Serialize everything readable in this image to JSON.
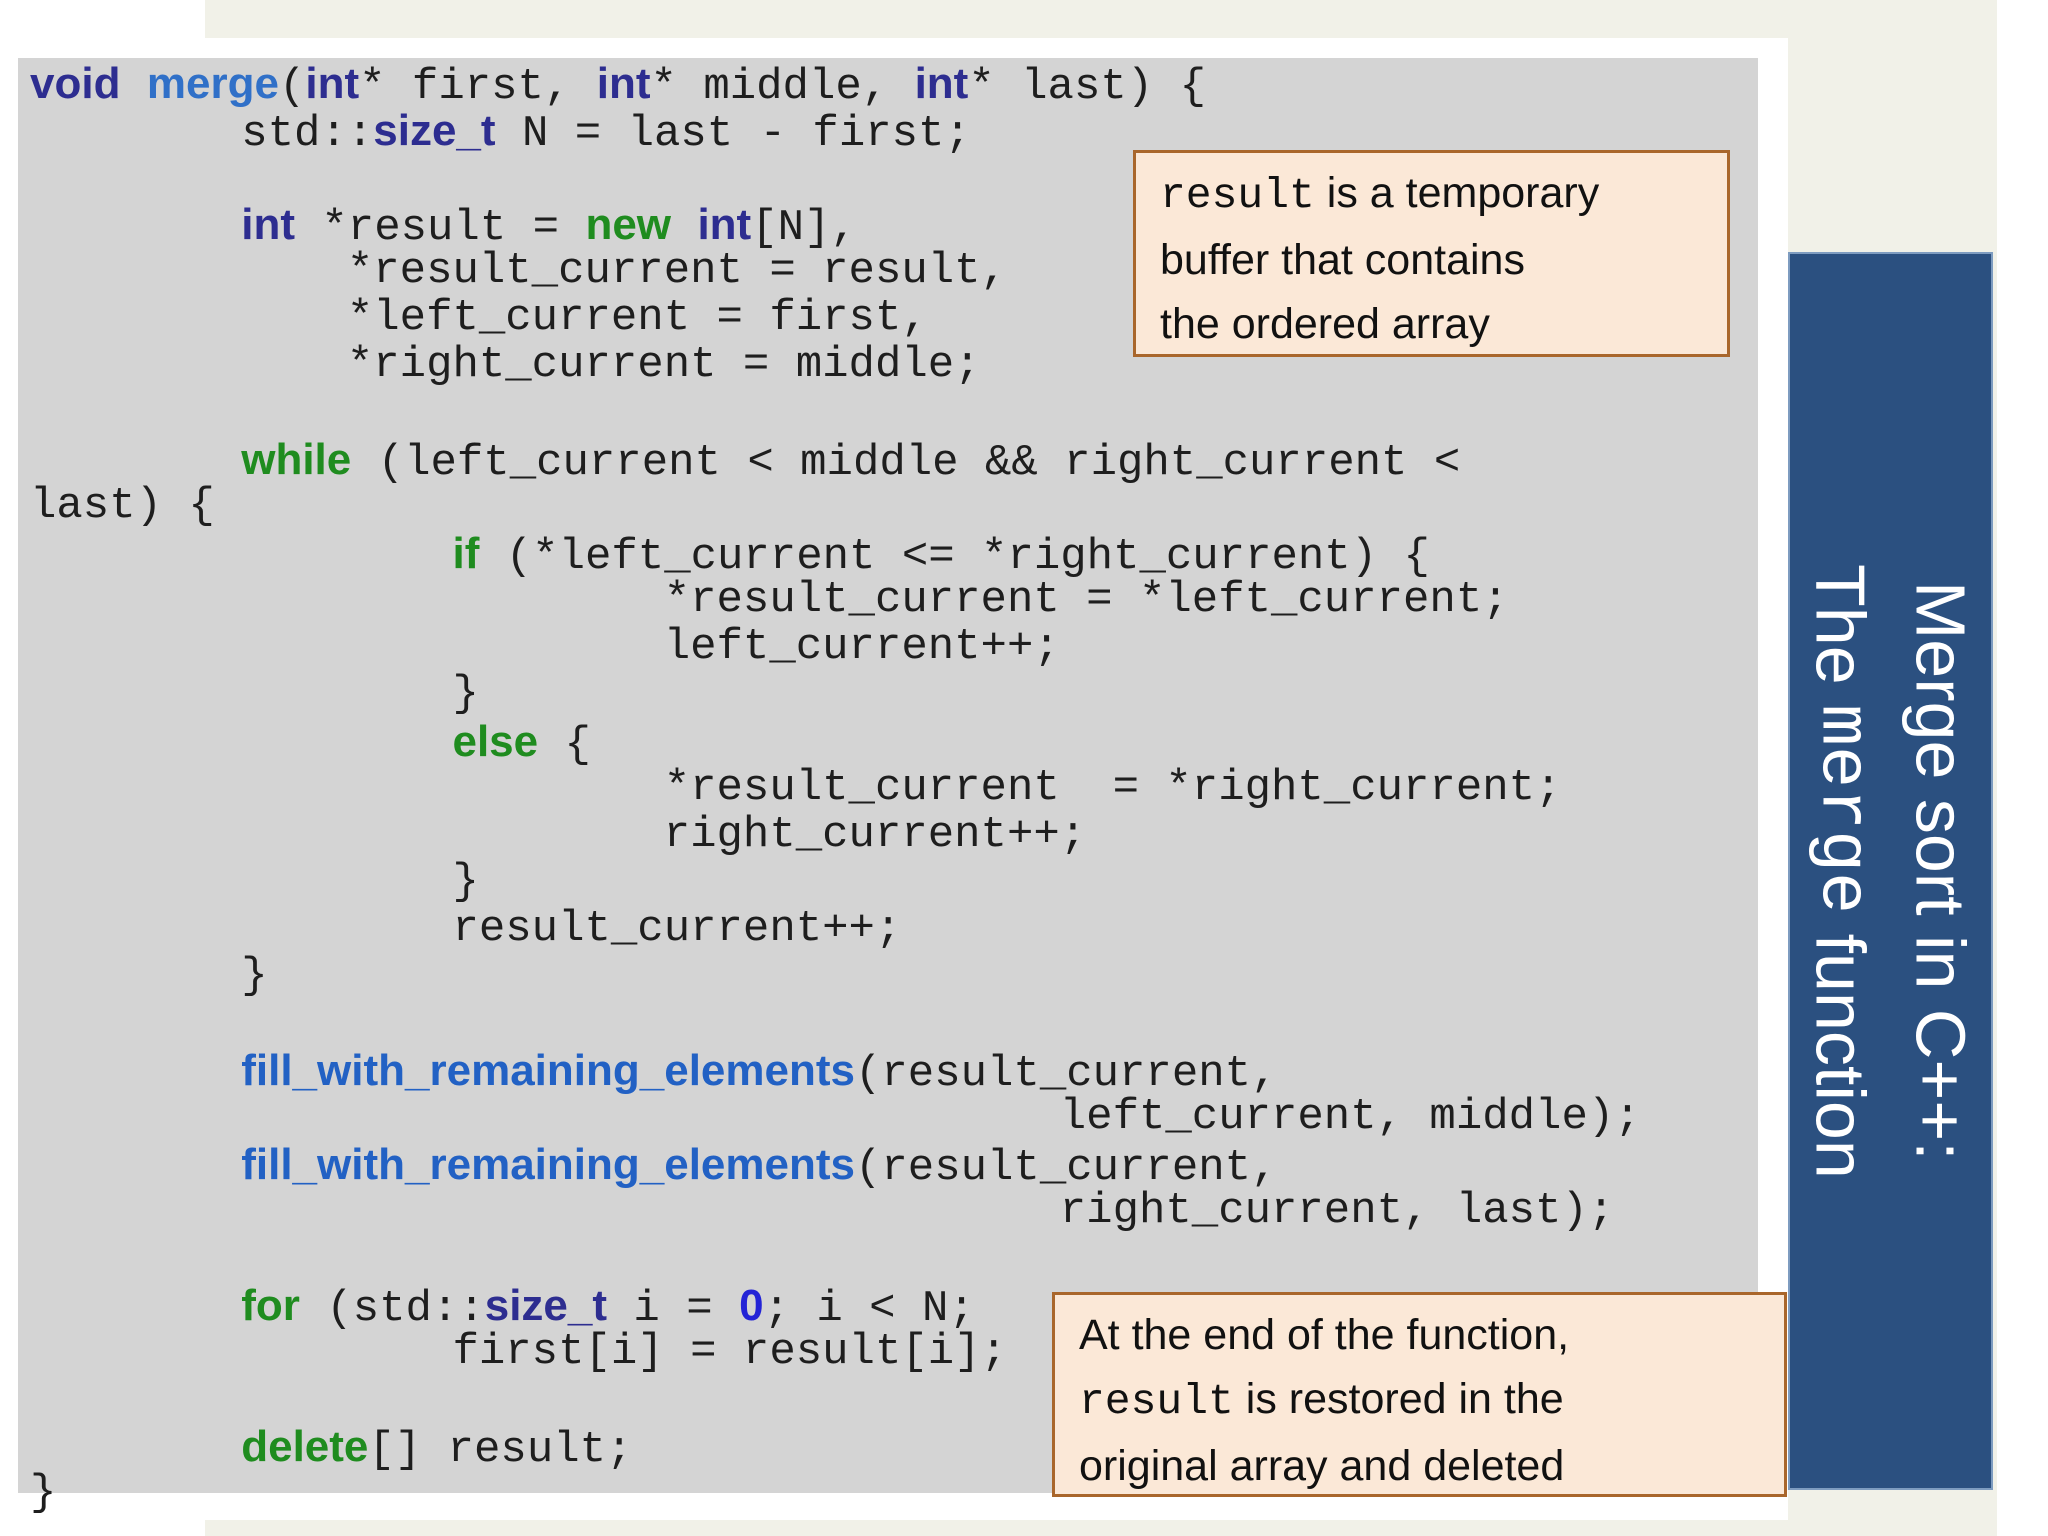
{
  "colors": {
    "page_bg": "#FFFFFF",
    "slide_bg": "#F1F1E8",
    "code_bg": "#D4D4D4",
    "code_panel_bg": "#FFFFFF",
    "code_text": "#1E1E1E",
    "keyword_navy": "#2D2D90",
    "keyword_green": "#1F8C1F",
    "function_name_blue": "#3070C8",
    "fill_function_blue": "#2261C4",
    "number_blue": "#2323D6",
    "callout_bg": "#FBE8D7",
    "callout_border": "#A9662B",
    "callout_text": "#111111",
    "banner_bg": "#2B5080",
    "banner_border": "#7E9CC0",
    "banner_text": "#FFFFFF"
  },
  "banner": {
    "lines": [
      [
        {
          "t": "s",
          "s": "Merge sort in C++:"
        }
      ],
      [
        {
          "t": "s",
          "s": "The "
        },
        {
          "t": "m",
          "s": "merge"
        },
        {
          "t": "s",
          "s": " function"
        }
      ]
    ]
  },
  "callout_result_buffer": {
    "lines": [
      [
        {
          "t": "m",
          "s": "result"
        },
        {
          "t": "s",
          "s": " is a temporary"
        }
      ],
      [
        {
          "t": "s",
          "s": "buffer that contains"
        }
      ],
      [
        {
          "t": "s",
          "s": "the ordered array"
        }
      ]
    ]
  },
  "callout_result_restored": {
    "lines": [
      [
        {
          "t": "s",
          "s": "At the end of the function,"
        }
      ],
      [
        {
          "t": "m",
          "s": "result"
        },
        {
          "t": "s",
          "s": " is restored in the"
        }
      ],
      [
        {
          "t": "s",
          "s": "original array and deleted"
        }
      ]
    ]
  },
  "code": {
    "lines": [
      [
        {
          "t": "k",
          "s": "void"
        },
        {
          "t": "p",
          "s": " "
        },
        {
          "t": "f",
          "s": "merge"
        },
        {
          "t": "p",
          "s": "("
        },
        {
          "t": "k",
          "s": "int"
        },
        {
          "t": "p",
          "s": "* first, "
        },
        {
          "t": "k",
          "s": "int"
        },
        {
          "t": "p",
          "s": "* middle, "
        },
        {
          "t": "k",
          "s": "int"
        },
        {
          "t": "p",
          "s": "* last) {"
        }
      ],
      [
        {
          "t": "p",
          "s": "        std::"
        },
        {
          "t": "k",
          "s": "size_t"
        },
        {
          "t": "p",
          "s": " N = last - first;"
        }
      ],
      [],
      [
        {
          "t": "p",
          "s": "        "
        },
        {
          "t": "k",
          "s": "int"
        },
        {
          "t": "p",
          "s": " *result = "
        },
        {
          "t": "g",
          "s": "new"
        },
        {
          "t": "p",
          "s": " "
        },
        {
          "t": "k",
          "s": "int"
        },
        {
          "t": "p",
          "s": "[N],"
        }
      ],
      [
        {
          "t": "p",
          "s": "            *result_current = result,"
        }
      ],
      [
        {
          "t": "p",
          "s": "            *left_current = first,"
        }
      ],
      [
        {
          "t": "p",
          "s": "            *right_current = middle;"
        }
      ],
      [],
      [
        {
          "t": "p",
          "s": "        "
        },
        {
          "t": "g",
          "s": "while"
        },
        {
          "t": "p",
          "s": " (left_current < middle && right_current <"
        }
      ],
      [
        {
          "t": "p",
          "s": "last) {"
        }
      ],
      [
        {
          "t": "p",
          "s": "                "
        },
        {
          "t": "g",
          "s": "if"
        },
        {
          "t": "p",
          "s": " (*left_current <= *right_current) {"
        }
      ],
      [
        {
          "t": "p",
          "s": "                        *result_current = *left_current;"
        }
      ],
      [
        {
          "t": "p",
          "s": "                        left_current++;"
        }
      ],
      [
        {
          "t": "p",
          "s": "                }"
        }
      ],
      [
        {
          "t": "p",
          "s": "                "
        },
        {
          "t": "g",
          "s": "else"
        },
        {
          "t": "p",
          "s": " {"
        }
      ],
      [
        {
          "t": "p",
          "s": "                        *result_current  = *right_current;"
        }
      ],
      [
        {
          "t": "p",
          "s": "                        right_current++;"
        }
      ],
      [
        {
          "t": "p",
          "s": "                }"
        }
      ],
      [
        {
          "t": "p",
          "s": "                result_current++;"
        }
      ],
      [
        {
          "t": "p",
          "s": "        }"
        }
      ],
      [],
      [
        {
          "t": "p",
          "s": "        "
        },
        {
          "t": "b",
          "s": "fill_with_remaining_elements"
        },
        {
          "t": "p",
          "s": "(result_current,"
        }
      ],
      [
        {
          "t": "p",
          "s": "                                       left_current, middle);"
        }
      ],
      [
        {
          "t": "p",
          "s": "        "
        },
        {
          "t": "b",
          "s": "fill_with_remaining_elements"
        },
        {
          "t": "p",
          "s": "(result_current,"
        }
      ],
      [
        {
          "t": "p",
          "s": "                                       right_current, last);"
        }
      ],
      [],
      [
        {
          "t": "p",
          "s": "        "
        },
        {
          "t": "g",
          "s": "for"
        },
        {
          "t": "p",
          "s": " (std::"
        },
        {
          "t": "k",
          "s": "size_t"
        },
        {
          "t": "p",
          "s": " i = "
        },
        {
          "t": "n",
          "s": "0"
        },
        {
          "t": "p",
          "s": "; i < N;"
        }
      ],
      [
        {
          "t": "p",
          "s": "                first[i] = result[i];"
        }
      ],
      [],
      [
        {
          "t": "p",
          "s": "        "
        },
        {
          "t": "g",
          "s": "delete"
        },
        {
          "t": "p",
          "s": "[] result;"
        }
      ],
      [
        {
          "t": "p",
          "s": "}"
        }
      ]
    ]
  }
}
